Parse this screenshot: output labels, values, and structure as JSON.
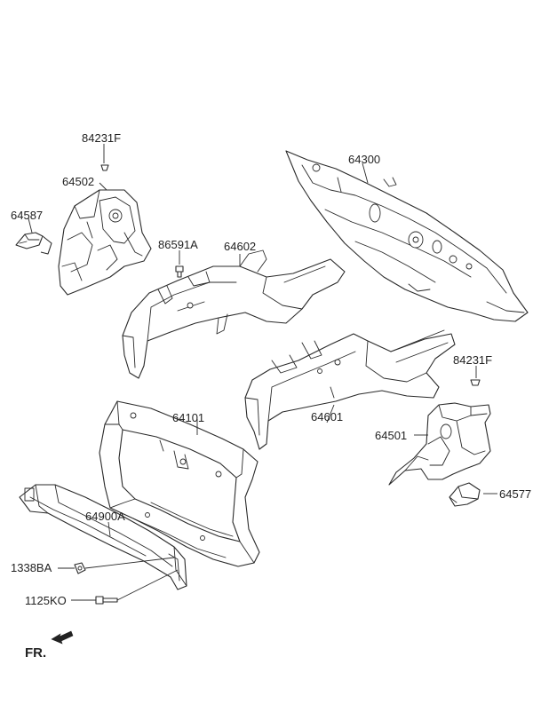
{
  "parts": {
    "p84231F_top": "84231F",
    "p64502": "64502",
    "p64587": "64587",
    "p86591A": "86591A",
    "p64602": "64602",
    "p64300": "64300",
    "p64601": "64601",
    "p84231F_right": "84231F",
    "p64501": "64501",
    "p64577": "64577",
    "p64101": "64101",
    "p64900A": "64900A",
    "p1338BA": "1338BA",
    "p1125KO": "1125KO"
  },
  "orientation": {
    "label": "FR."
  },
  "icons": {
    "front_arrow": "front-direction-arrow-icon"
  }
}
